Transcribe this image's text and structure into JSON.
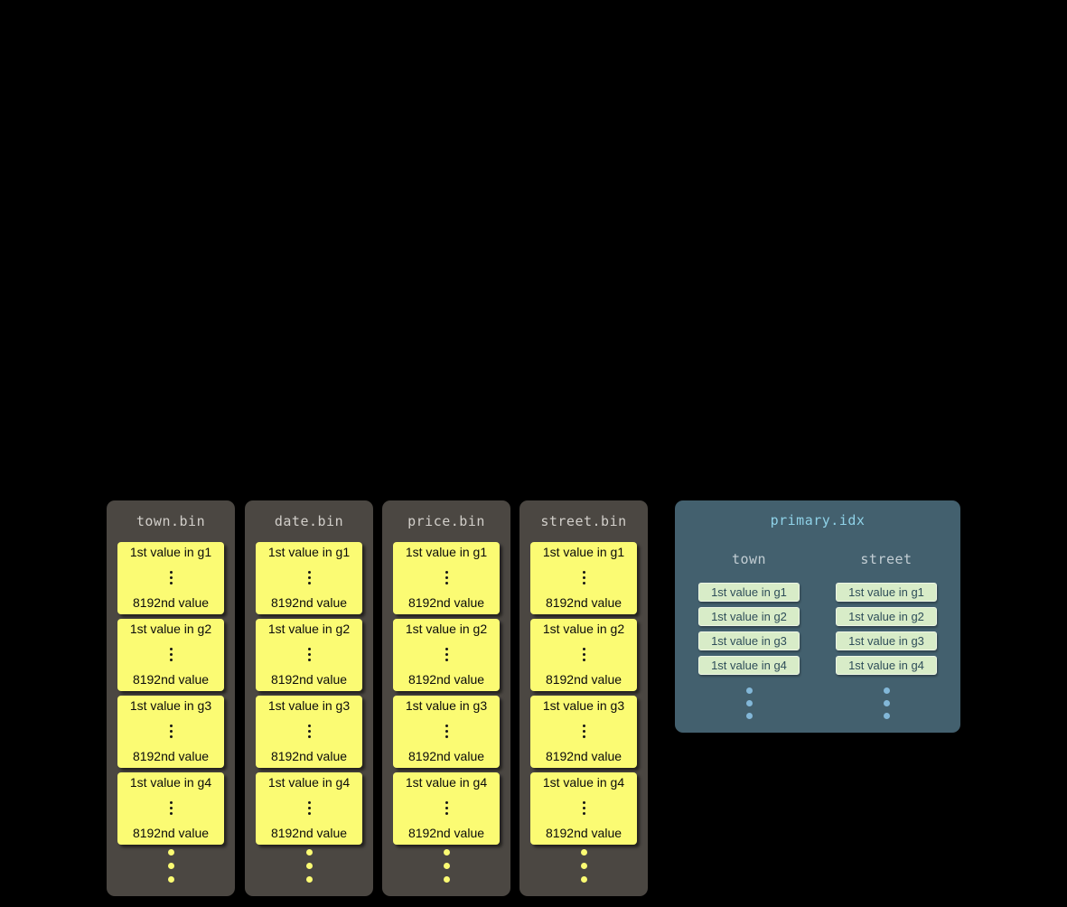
{
  "bin_files": [
    {
      "title": "town.bin",
      "granules": [
        {
          "first": "1st value in g1",
          "last": "8192nd value"
        },
        {
          "first": "1st value in g2",
          "last": "8192nd value"
        },
        {
          "first": "1st value in g3",
          "last": "8192nd value"
        },
        {
          "first": "1st value in g4",
          "last": "8192nd value"
        }
      ]
    },
    {
      "title": "date.bin",
      "granules": [
        {
          "first": "1st value in g1",
          "last": "8192nd value"
        },
        {
          "first": "1st value in g2",
          "last": "8192nd value"
        },
        {
          "first": "1st value in g3",
          "last": "8192nd value"
        },
        {
          "first": "1st value in g4",
          "last": "8192nd value"
        }
      ]
    },
    {
      "title": "price.bin",
      "granules": [
        {
          "first": "1st value in g1",
          "last": "8192nd value"
        },
        {
          "first": "1st value in g2",
          "last": "8192nd value"
        },
        {
          "first": "1st value in g3",
          "last": "8192nd value"
        },
        {
          "first": "1st value in g4",
          "last": "8192nd value"
        }
      ]
    },
    {
      "title": "street.bin",
      "granules": [
        {
          "first": "1st value in g1",
          "last": "8192nd value"
        },
        {
          "first": "1st value in g2",
          "last": "8192nd value"
        },
        {
          "first": "1st value in g3",
          "last": "8192nd value"
        },
        {
          "first": "1st value in g4",
          "last": "8192nd value"
        }
      ]
    }
  ],
  "index_file": {
    "title": "primary.idx",
    "columns": [
      {
        "name": "town",
        "entries": [
          "1st value in g1",
          "1st value in g2",
          "1st value in g3",
          "1st value in g4"
        ]
      },
      {
        "name": "street",
        "entries": [
          "1st value in g1",
          "1st value in g2",
          "1st value in g3",
          "1st value in g4"
        ]
      }
    ]
  },
  "colors": {
    "background": "#000000",
    "bin_panel": "#4b4742",
    "bin_title_text": "#d2cfca",
    "granule_card": "#fbfb73",
    "granule_text": "#0b0b0b",
    "index_panel": "#43606e",
    "index_title_text": "#8fd2e8",
    "index_header_text": "#c3ced4",
    "index_entry_bg": "#d8ecc8",
    "index_entry_text": "#2e4d59",
    "index_dots": "#82b7d8"
  }
}
